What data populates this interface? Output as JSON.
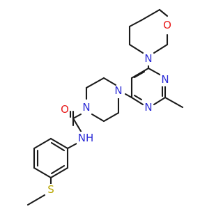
{
  "molecule": {
    "atoms": {
      "o_morpholine": {
        "symbol": "O",
        "color": "#e81c1c"
      },
      "n_morpholine": {
        "symbol": "N",
        "color": "#2b2bd6"
      },
      "n_pyrimidine_1": {
        "symbol": "N",
        "color": "#2b2bd6"
      },
      "n_pyrimidine_2": {
        "symbol": "N",
        "color": "#2b2bd6"
      },
      "n_piperazine_1": {
        "symbol": "N",
        "color": "#2b2bd6"
      },
      "n_piperazine_2": {
        "symbol": "N",
        "color": "#2b2bd6"
      },
      "o_carbonyl": {
        "symbol": "O",
        "color": "#e81c1c"
      },
      "nh_amide": {
        "symbol": "NH",
        "color": "#2b2bd6"
      },
      "s_thioether": {
        "symbol": "S",
        "color": "#b8a600"
      }
    },
    "bond_color": "#1a1a1a"
  }
}
